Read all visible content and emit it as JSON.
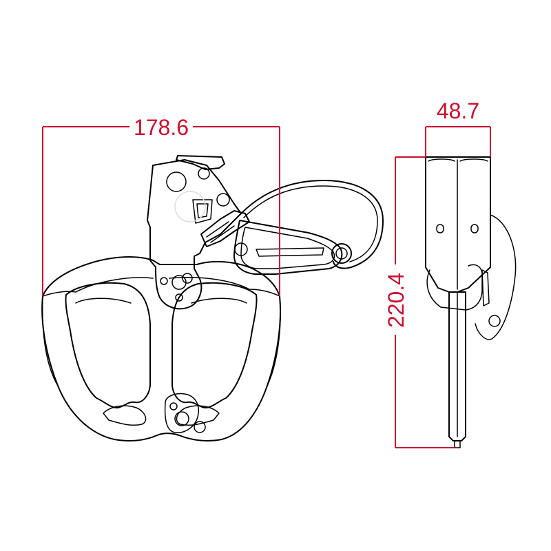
{
  "colors": {
    "dimension": "#c8102e",
    "outline": "#000000",
    "background": "#ffffff"
  },
  "dimensions": {
    "front_width": "178.6",
    "side_width": "48.7",
    "side_height": "220.4"
  }
}
